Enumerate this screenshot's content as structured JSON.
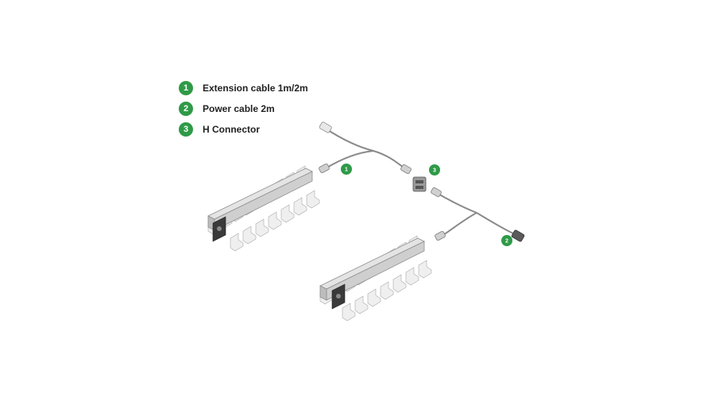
{
  "legend": {
    "items": [
      {
        "number": "1",
        "label": "Extension cable 1m/2m"
      },
      {
        "number": "2",
        "label": "Power cable 2m"
      },
      {
        "number": "3",
        "label": "H Connector"
      }
    ]
  },
  "callouts": [
    "1",
    "3",
    "2"
  ],
  "colors": {
    "accent": "#2e9a47",
    "cable": "#8a8a8a",
    "fixture": "#d9d9d9",
    "fixture_edge": "#9a9a9a",
    "driver": "#3a3a3a"
  },
  "icons": [
    "light-fixture-icon",
    "cable-icon",
    "connector-icon",
    "plug-icon"
  ]
}
